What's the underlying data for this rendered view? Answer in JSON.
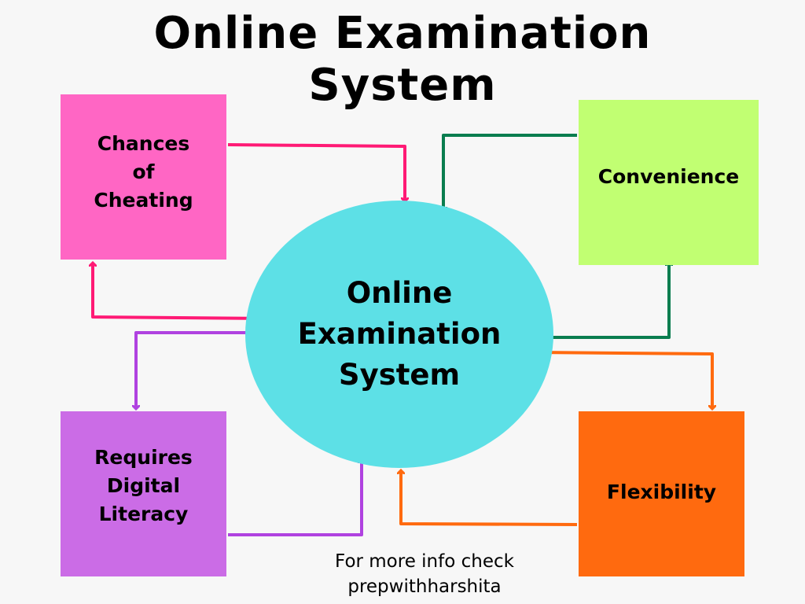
{
  "title": {
    "line1": "Online Examination",
    "line2": "System"
  },
  "center": {
    "line1": "Online",
    "line2": "Examination",
    "line3": "System",
    "color": "#5de0e6"
  },
  "nodes": [
    {
      "id": "cheating",
      "lines": [
        "Chances",
        "of",
        "Cheating"
      ],
      "color": "#ff66c4",
      "arrow_color": "#ff1a75"
    },
    {
      "id": "convenience",
      "lines": [
        "Convenience"
      ],
      "color": "#c1ff72",
      "arrow_color": "#0a7d4f"
    },
    {
      "id": "digital-literacy",
      "lines": [
        "Requires",
        "Digital",
        "Literacy"
      ],
      "color": "#cb6ce6",
      "arrow_color": "#b042e0"
    },
    {
      "id": "flexibility",
      "lines": [
        "Flexibility"
      ],
      "color": "#ff6a0f",
      "arrow_color": "#ff6a0f"
    }
  ],
  "footer": {
    "line1": "For more info check",
    "line2": "prepwithharshita"
  }
}
